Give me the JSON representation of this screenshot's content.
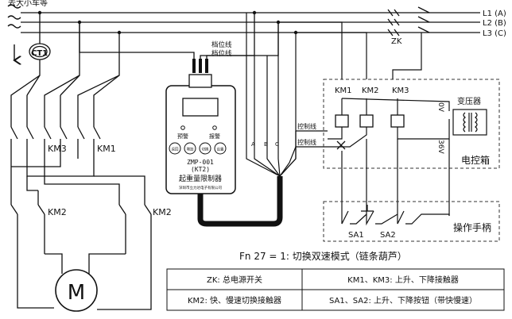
{
  "top_label": "去大小车等",
  "ct_label": "CT1",
  "phases": [
    "L1 (A)",
    "L2 (B)",
    "L3 (C)"
  ],
  "main_switch_label": "ZK",
  "gear_wire_labels": [
    "档位线",
    "档位线"
  ],
  "control_wire_labels": [
    "控制线",
    "控制线"
  ],
  "abc_labels": [
    "A",
    "B",
    "C"
  ],
  "contactors": {
    "km1": "KM1",
    "km2": "KM2",
    "km3": "KM3"
  },
  "controller": {
    "indicators": [
      "预警",
      "报警"
    ],
    "buttons": [
      "返回",
      "增加",
      "切换",
      "设置"
    ],
    "model": "ZMP-001",
    "model_sub": "(KT2)",
    "name": "起重量限制器",
    "maker": "深圳市立力达电子有限公司"
  },
  "control_box": {
    "coils": [
      "KM1",
      "KM2",
      "KM3"
    ],
    "transformer_label": "变压器",
    "volt_0": "0V",
    "volt_36": "36V",
    "box_label": "电控箱"
  },
  "handle": {
    "buttons": [
      "SA1",
      "SA2"
    ],
    "label": "操作手柄"
  },
  "motor_label": "M",
  "caption": "Fn 27 = 1: 切换双速模式（链条葫芦）",
  "legend": [
    [
      "ZK: 总电源开关",
      "KM1、KM3: 上升、下降接触器"
    ],
    [
      "KM2: 快、慢速切换接触器",
      "SA1、SA2: 上升、下降按钮（带快慢速）"
    ]
  ]
}
